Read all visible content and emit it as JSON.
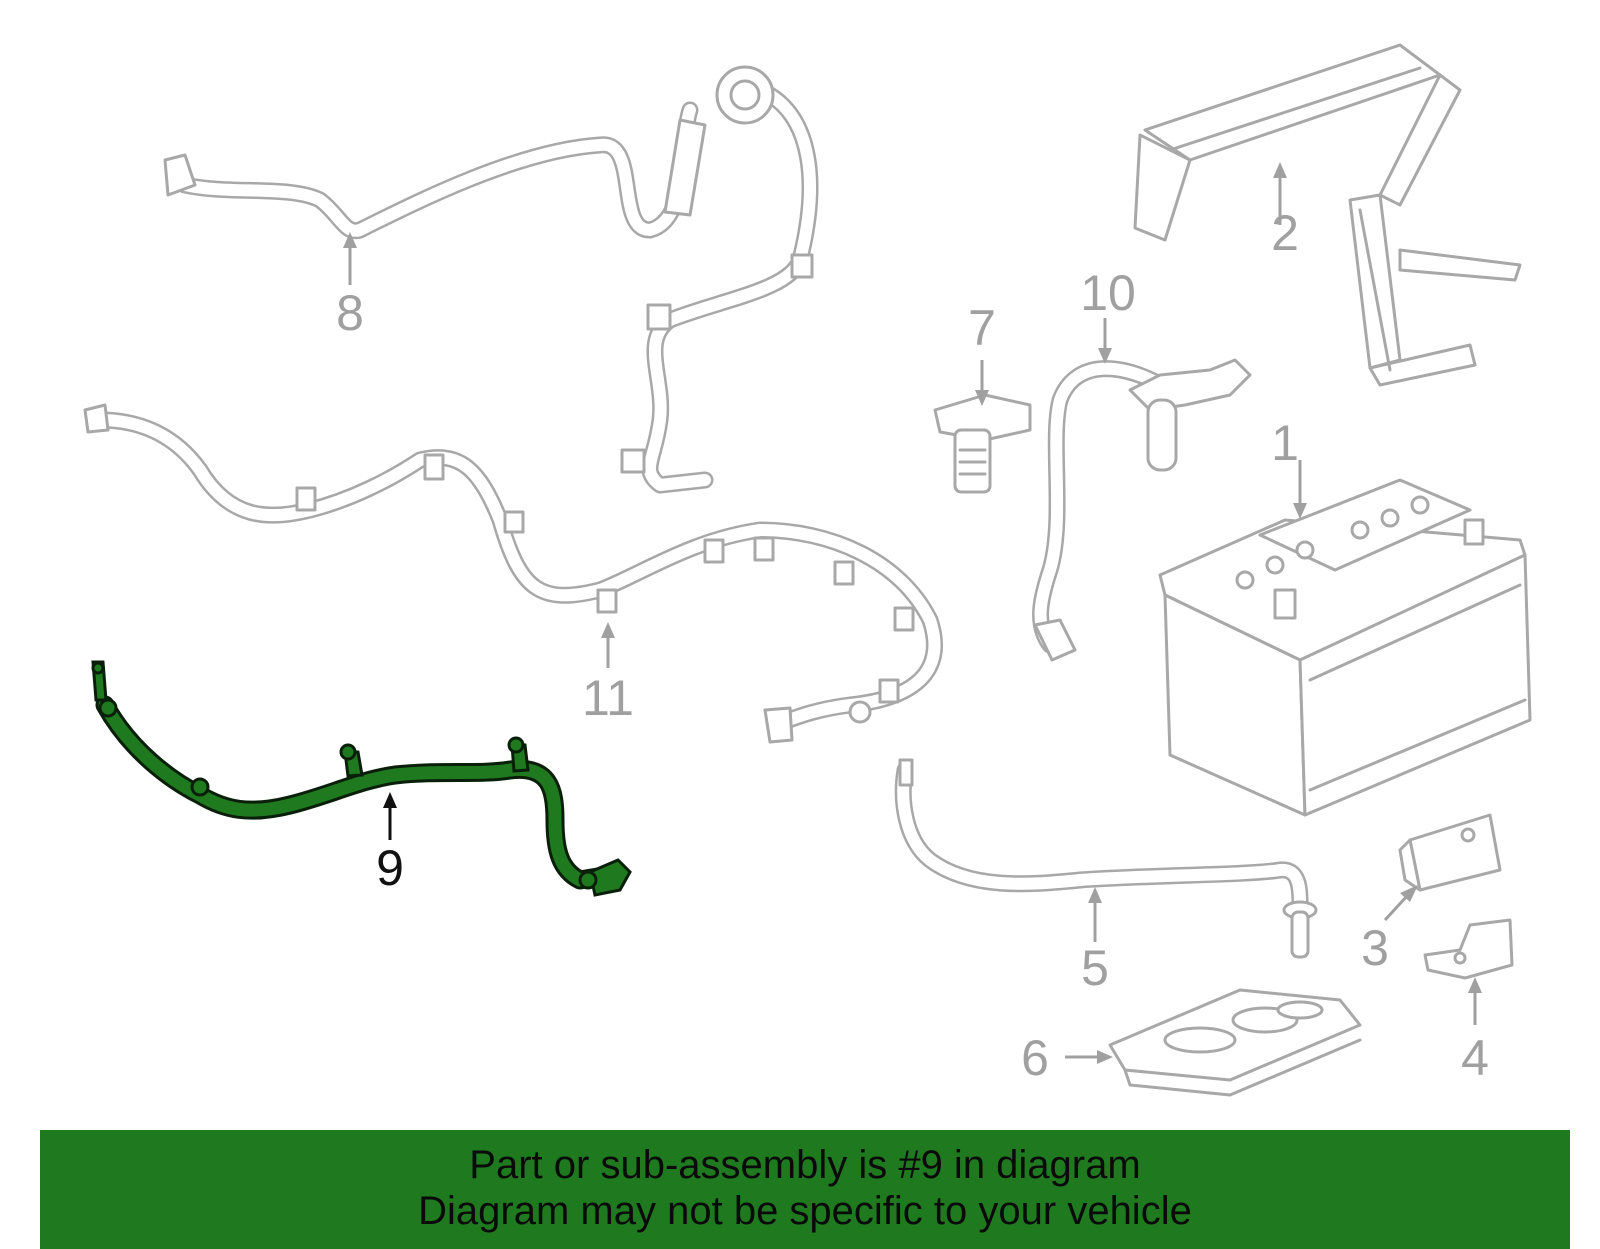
{
  "callouts": {
    "c1": "1",
    "c2": "2",
    "c3": "3",
    "c4": "4",
    "c5": "5",
    "c6": "6",
    "c7": "7",
    "c8": "8",
    "c9": "9",
    "c10": "10",
    "c11": "11"
  },
  "highlighted_part": "9",
  "colors": {
    "highlight": "#1f7a1f",
    "part_outline": "#a8a8a8",
    "callout_inactive": "#a0a0a0",
    "callout_active": "#111111",
    "banner_background": "#1f7a1f"
  },
  "banner": {
    "line1": "Part or sub-assembly is #9 in diagram",
    "line2": "Diagram may not be specific to your vehicle"
  }
}
